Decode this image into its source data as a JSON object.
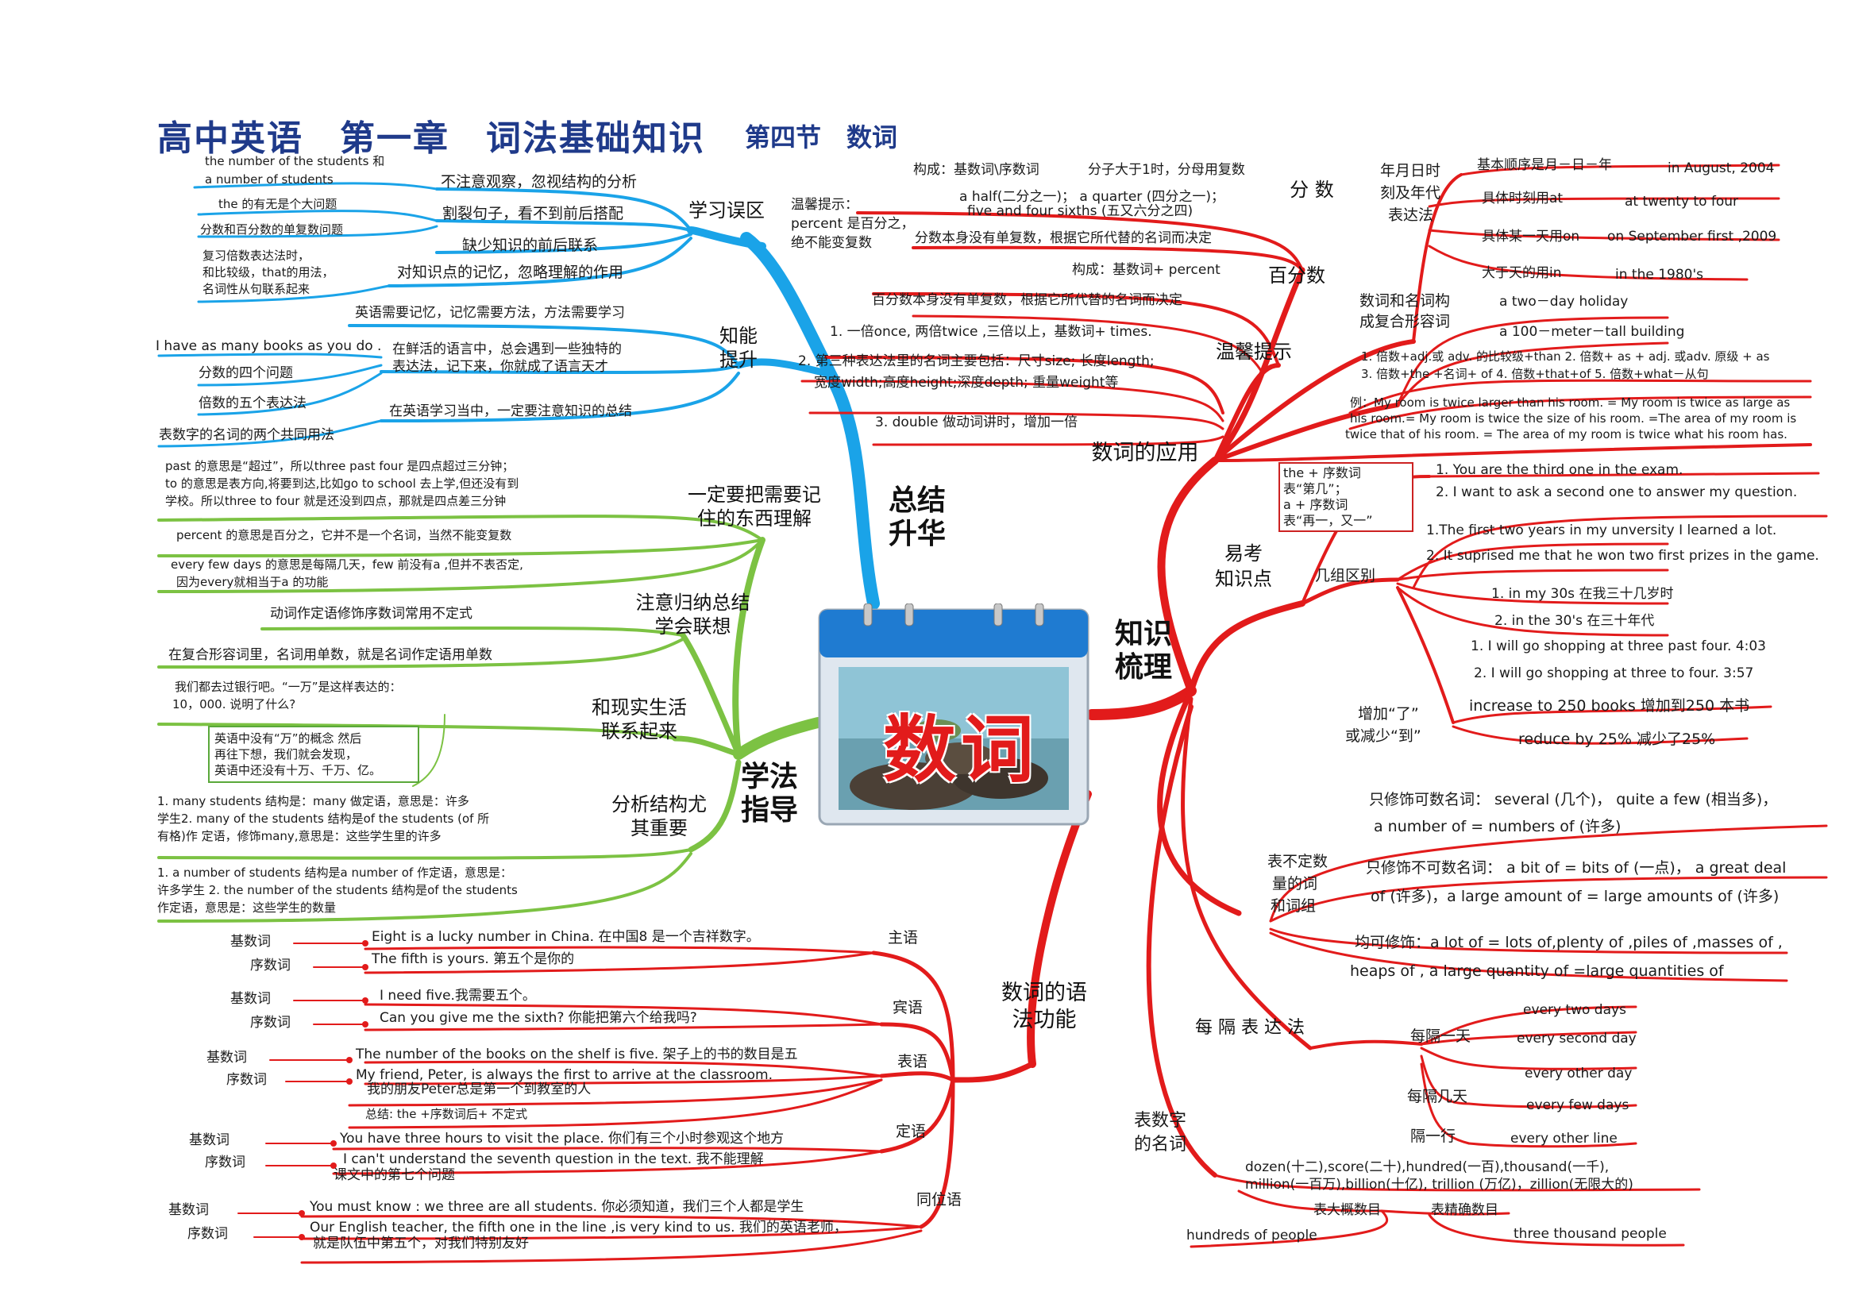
{
  "title": "高中英语　第一章　词法基础知识",
  "subtitle": "第四节　数词",
  "center": "数词",
  "colors": {
    "blue": "#1aa3e8",
    "green": "#7cc243",
    "red": "#e21b1b",
    "title": "#1f3a8a"
  },
  "branches": {
    "summary": "总结升华",
    "method": "学法指导",
    "knowledge": "知识梳理",
    "application": "数词的应用",
    "grammar": "数词的语法功能"
  },
  "summary": {
    "mistakes": {
      "label": "学习误区",
      "items": [
        "不注意观察，忽视结构的分析",
        "割裂句子，看不到前后搭配",
        "缺少知识的前后联系",
        "对知识点的记忆，忽略理解的作用"
      ],
      "details": [
        "the number of the students 和",
        "a number of students",
        "the 的有无是个大问题",
        "分数和百分数的单复数问题",
        "复习倍数表达法时，",
        "和比较级，that的用法，",
        "名词性从句联系起来"
      ]
    },
    "ability": {
      "label": "知能提升",
      "items": [
        "英语需要记忆，记忆需要方法，方法需要学习",
        "在鲜活的语言中，总会遇到一些独特的",
        "表达法，记下来，你就成了语言天才",
        "在英语学习当中，一定要注意知识的总结"
      ],
      "details": [
        "I have as many books as you do .",
        "分数的四个问题",
        "倍数的五个表达法",
        "表数字的名词的两个共同用法"
      ]
    }
  },
  "method": {
    "remember": {
      "label": "一定要把需要记住的东西理解",
      "items": [
        "past 的意思是“超过”，所以three past four 是四点超过三分钟；",
        "to 的意思是表方向,将要到达,比如go to school 去上学,但还没有到",
        "学校。所以three to four 就是还没到四点，那就是四点差三分钟",
        "percent 的意思是百分之，它并不是一个名词，当然不能变复数",
        "every few days 的意思是每隔几天，few 前没有a ,但并不表否定,",
        "因为every就相当于a 的功能"
      ]
    },
    "summarize": {
      "label": "注意归纳总结学会联想",
      "items": [
        "动词作定语修饰序数词常用不定式",
        "在复合形容词里，名词用单数，就是名词作定语用单数"
      ]
    },
    "life": {
      "label": "和现实生活联系起来",
      "items": [
        "我们都去过银行吧。“一万”是这样表达的：",
        "10，000. 说明了什么?"
      ],
      "box": [
        "英语中没有“万”的概念 然后",
        "再往下想，我们就会发现，",
        "英语中还没有十万、千万、亿。"
      ]
    },
    "structure": {
      "label": "分析结构尤其重要",
      "items": [
        "1. many students 结构是：many 做定语，意思是：许多",
        "学生2. many of the students 结构是of the students (of 所",
        "有格)作 定语，修饰many,意思是：这些学生里的许多",
        "1. a number of students 结构是a number of 作定语，意思是：",
        "许多学生 2. the number of the students 结构是of the students",
        "作定语，意思是：这些学生的数量"
      ]
    }
  },
  "application": {
    "fraction": {
      "label": "分 数",
      "items": [
        "构成：基数词\\序数词",
        "分子大于1时，分母用复数",
        "a half(二分之一)；  a quarter (四分之一)；",
        "five and four sixths (五又六分之四)",
        "分数本身没有单复数，根据它所代替的名词而决定"
      ],
      "note": [
        "温馨提示：",
        "percent 是百分之，",
        "绝不能变复数"
      ]
    },
    "percent": {
      "label": "百分数",
      "items": [
        "构成：基数词+ percent",
        "百分数本身没有单复数，根据它所代替的名词而决定"
      ]
    },
    "tips": {
      "label": "温馨提示",
      "items": [
        "1. 一倍once, 两倍twice ,三倍以上，基数词+ times.",
        "2. 第三种表达法里的名词主要包括：尺寸size; 长度length;",
        "宽度width;高度height;深度depth; 重量weight等",
        "3. double 做动词讲时，增加一倍"
      ]
    },
    "dates": {
      "label": [
        "年月日时",
        "刻及年代",
        "表达法"
      ],
      "items": [
        {
          "k": "基本顺序是月－日－年",
          "v": "in August, 2004"
        },
        {
          "k": "具体时刻用at",
          "v": "at twenty to four"
        },
        {
          "k": "具体某一天用on",
          "v": "on September first ,2009"
        },
        {
          "k": "大于天的用in",
          "v": "in the 1980's"
        }
      ]
    },
    "compound": {
      "label": [
        "数词和名词构",
        "成复合形容词"
      ],
      "items": [
        "a two－day holiday",
        "a 100－meter－tall building"
      ]
    },
    "multiple": [
      "1. 倍数+adj.或 adv. 的比较级+than  2. 倍数+ as + adj. 或adv. 原级 + as",
      "3. 倍数+the +名词+ of  4. 倍数+that+of  5. 倍数+what－从句",
      "例：My room is twice larger than his room. = My room  is twice as large as",
      "his room.= My room is twice the size of his room. =The area of my room is",
      "twice that of his room. = The area of my room is twice what his room has."
    ]
  },
  "knowledge": {
    "easy": {
      "label": [
        "易考",
        "知识点"
      ],
      "box": [
        "the + 序数词",
        "表“第几”；",
        "a + 序数词",
        "表“再一，又一”"
      ],
      "ordinal": [
        "1. You are the third one in the exam.",
        "2. I want to ask a second one to answer my question.",
        "1.The first two years in my unversity I learned a lot.",
        "2. It suprised me that he won two first prizes in the game."
      ],
      "group_label": "几组区别",
      "groups": [
        "1. in my 30s 在我三十几岁时",
        "2. in the 30's 在三十年代",
        "1. I will go shopping at three past four. 4:03",
        "2. I will go shopping at three to four. 3:57"
      ]
    },
    "change": {
      "label": [
        "增加“了”",
        "或减少“到”"
      ],
      "items": [
        "increase to 250 books 增加到250 本书",
        "reduce by 25% 减少了25%"
      ]
    },
    "indefinite": {
      "label": [
        "表不定数",
        "量的词",
        "和词组"
      ],
      "items": [
        "只修饰可数名词：  several (几个)，  quite a few (相当多)，",
        "a number of = numbers of (许多)",
        "只修饰不可数名词：  a bit of = bits of (一点)，  a great deal",
        "of (许多)，a large amount of = large amounts of (许多)",
        "均可修饰：a lot of = lots of,plenty of ,piles of ,masses of ,",
        "heaps of , a large quantity of =large quantities of"
      ]
    },
    "every": {
      "label": "每 隔 表 达 法",
      "day_label": "每隔一天",
      "day": [
        "every two days",
        "every second day",
        "every other day"
      ],
      "few_label": "每隔几天",
      "few": "every few days",
      "line_label": "隔一行",
      "line": "every other line"
    },
    "nouns": {
      "label": [
        "表数字",
        "的名词"
      ],
      "items": [
        "dozen(十二),score(二十),hundred(一百),thousand(一千),",
        "million(一百万),billion(十亿), trillion (万亿)，zillion(无限大的)"
      ],
      "approx_label": "表大概数目",
      "approx": "hundreds of people",
      "exact_label": "表精确数目",
      "exact": "three thousand people"
    }
  },
  "grammar": {
    "subject": {
      "label": "主语",
      "rows": [
        {
          "k": "基数词",
          "v": "Eight is a lucky number in China. 在中国8 是一个吉祥数字。"
        },
        {
          "k": "序数词",
          "v": "The fifth is yours. 第五个是你的"
        }
      ]
    },
    "object": {
      "label": "宾语",
      "rows": [
        {
          "k": "基数词",
          "v": "I need five.我需要五个。"
        },
        {
          "k": "序数词",
          "v": "Can you give me the sixth? 你能把第六个给我吗?"
        }
      ]
    },
    "predicative": {
      "label": "表语",
      "rows": [
        {
          "k": "基数词",
          "v": "The number of the books on the shelf is five.  架子上的书的数目是五"
        },
        {
          "k": "序数词",
          "v": "My friend, Peter, is always the first to arrive at the classroom."
        }
      ],
      "extra": "我的朋友Peter总是第一个到教室的人",
      "summary": "总结:  the +序数词后+ 不定式"
    },
    "attributive": {
      "label": "定语",
      "rows": [
        {
          "k": "基数词",
          "v": "You have three hours to visit the place. 你们有三个小时参观这个地方"
        },
        {
          "k": "序数词",
          "v": "I can't understand the seventh question in the text. 我不能理解"
        }
      ],
      "extra": "课文中的第七个问题"
    },
    "appositive": {
      "label": "同位语",
      "rows": [
        {
          "k": "基数词",
          "v": "You must know : we three are all students. 你必须知道，我们三个人都是学生"
        },
        {
          "k": "序数词",
          "v": "Our English teacher, the fifth one in the line ,is very kind to us. 我们的英语老师，"
        }
      ],
      "extra": "就是队伍中第五个，对我们特别友好"
    }
  }
}
